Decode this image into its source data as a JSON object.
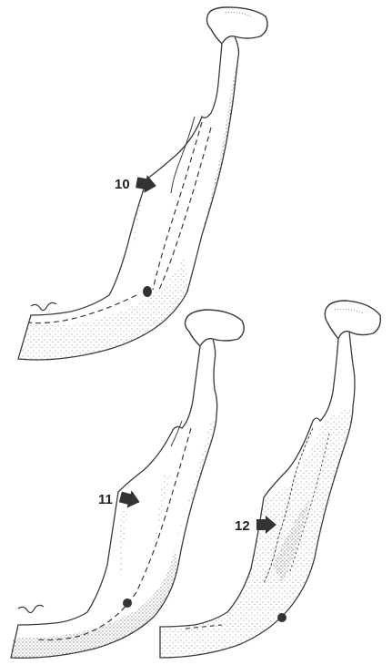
{
  "figure": {
    "labels": {
      "fig10": "10",
      "fig11": "11",
      "fig12": "12"
    },
    "colors": {
      "outline": "#3a3a3a",
      "stipple": "#6f6f6f",
      "arrow": "#333333",
      "background": "#ffffff"
    }
  }
}
